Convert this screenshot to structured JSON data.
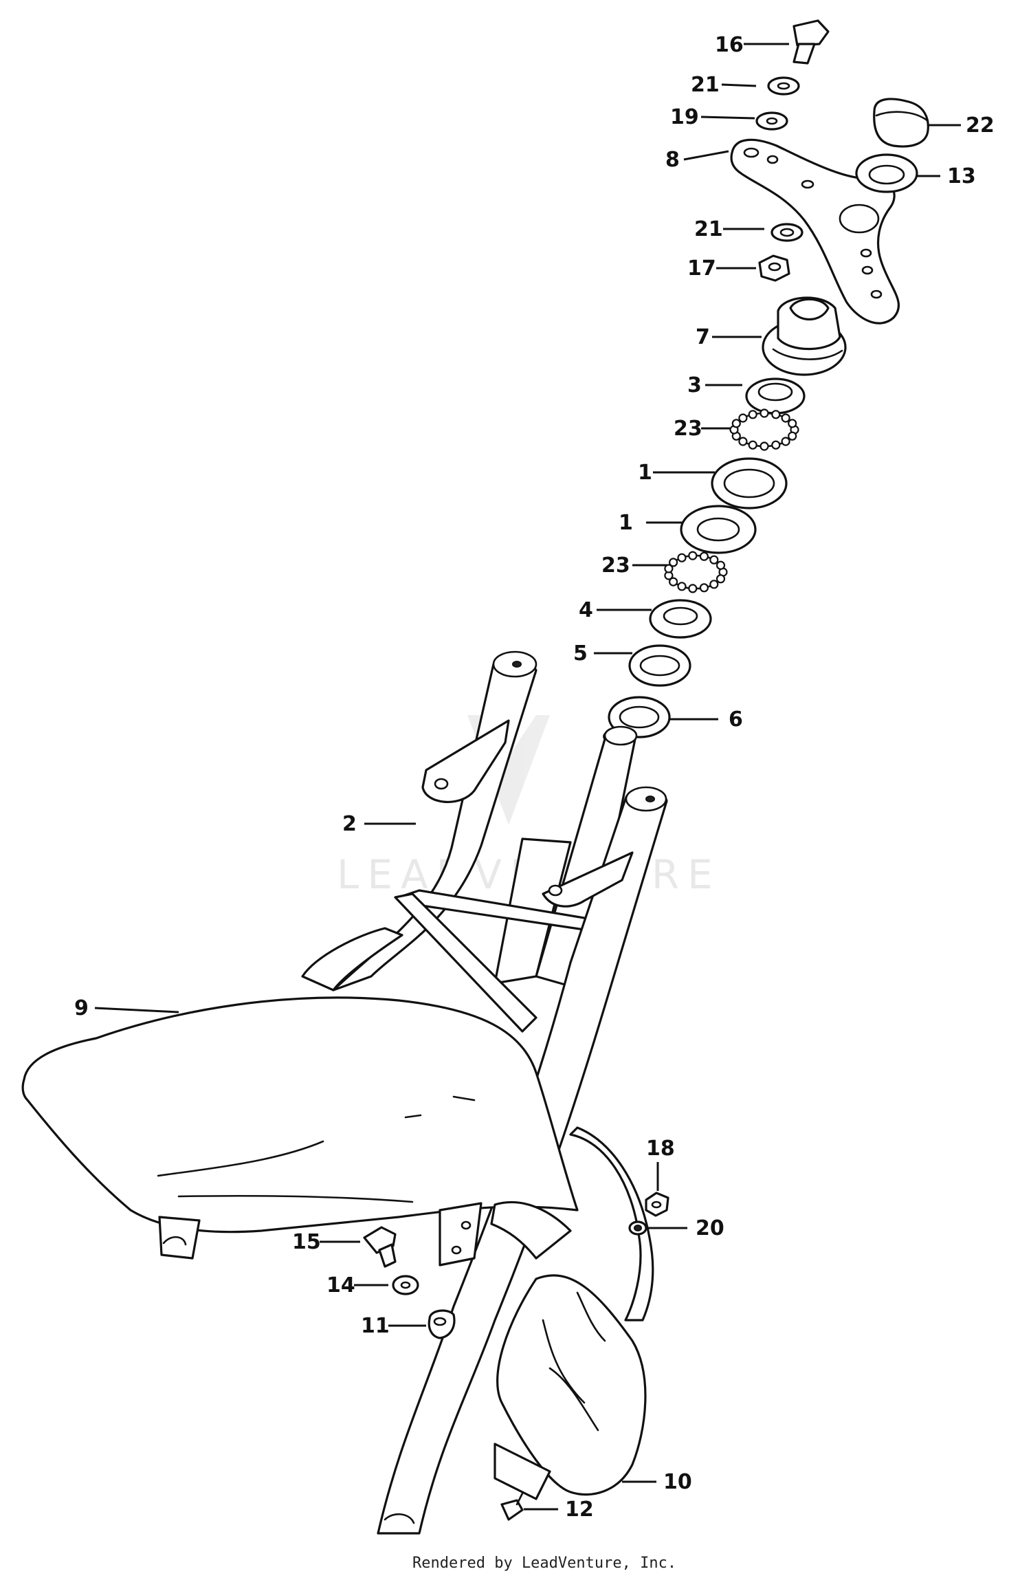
{
  "diagram": {
    "callouts": [
      {
        "id": "c16",
        "label": "16"
      },
      {
        "id": "c21a",
        "label": "21"
      },
      {
        "id": "c19",
        "label": "19"
      },
      {
        "id": "c8",
        "label": "8"
      },
      {
        "id": "c22",
        "label": "22"
      },
      {
        "id": "c13",
        "label": "13"
      },
      {
        "id": "c21b",
        "label": "21"
      },
      {
        "id": "c17",
        "label": "17"
      },
      {
        "id": "c7",
        "label": "7"
      },
      {
        "id": "c3",
        "label": "3"
      },
      {
        "id": "c23a",
        "label": "23"
      },
      {
        "id": "c1a",
        "label": "1"
      },
      {
        "id": "c1b",
        "label": "1"
      },
      {
        "id": "c23b",
        "label": "23"
      },
      {
        "id": "c4",
        "label": "4"
      },
      {
        "id": "c5",
        "label": "5"
      },
      {
        "id": "c6",
        "label": "6"
      },
      {
        "id": "c2",
        "label": "2"
      },
      {
        "id": "c9",
        "label": "9"
      },
      {
        "id": "c18",
        "label": "18"
      },
      {
        "id": "c20",
        "label": "20"
      },
      {
        "id": "c15",
        "label": "15"
      },
      {
        "id": "c14",
        "label": "14"
      },
      {
        "id": "c11",
        "label": "11"
      },
      {
        "id": "c10",
        "label": "10"
      },
      {
        "id": "c12",
        "label": "12"
      }
    ],
    "watermark": "LEADVENTURE",
    "footer": "Rendered by LeadVenture, Inc."
  }
}
